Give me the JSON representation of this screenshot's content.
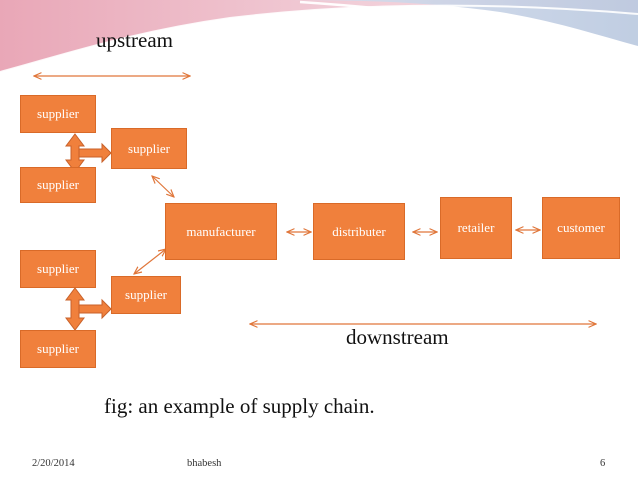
{
  "slide": {
    "upstream_label": "upstream",
    "downstream_label": "downstream",
    "caption": "fig: an example of supply chain.",
    "footer": {
      "date": "2/20/2014",
      "author": "bhabesh",
      "page_number": "6"
    }
  },
  "diagram": {
    "nodes": [
      {
        "id": "supplier_1",
        "label": "supplier"
      },
      {
        "id": "supplier_2",
        "label": "supplier"
      },
      {
        "id": "supplier_3",
        "label": "supplier"
      },
      {
        "id": "supplier_4",
        "label": "supplier"
      },
      {
        "id": "supplier_5",
        "label": "supplier"
      },
      {
        "id": "supplier_6",
        "label": "supplier"
      },
      {
        "id": "manufacturer",
        "label": "manufacturer"
      },
      {
        "id": "distributer",
        "label": "distributer"
      },
      {
        "id": "retailer",
        "label": "retailer"
      },
      {
        "id": "customer",
        "label": "customer"
      }
    ],
    "edges": [
      {
        "from": "supplier_1",
        "to": "supplier_2",
        "style": "block-arrow"
      },
      {
        "from": "supplier_3",
        "to": "supplier_2",
        "style": "block-arrow"
      },
      {
        "from": "supplier_4",
        "to": "supplier_5",
        "style": "block-arrow"
      },
      {
        "from": "supplier_6",
        "to": "supplier_5",
        "style": "block-arrow"
      },
      {
        "from": "supplier_2",
        "to": "manufacturer",
        "style": "double-arrow"
      },
      {
        "from": "supplier_5",
        "to": "manufacturer",
        "style": "double-arrow"
      },
      {
        "from": "manufacturer",
        "to": "distributer",
        "style": "double-arrow"
      },
      {
        "from": "distributer",
        "to": "retailer",
        "style": "double-arrow"
      },
      {
        "from": "retailer",
        "to": "customer",
        "style": "double-arrow"
      }
    ]
  },
  "colors": {
    "node_fill": "#f0803c",
    "node_border": "#d96a28",
    "node_text": "#ffffff",
    "arrow": "#e0763a",
    "header_band_pink": "#ecc6d2",
    "header_band_blue": "#c2cfe2"
  }
}
